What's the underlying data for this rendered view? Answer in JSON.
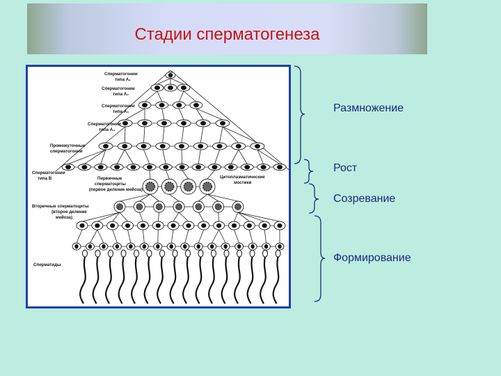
{
  "title": "Стадии сперматогенеза",
  "diagram": {
    "labels": {
      "a1_line1": "Сперматогонии",
      "a1_line2": "типа А₁",
      "a2_line1": "Сперматогонии",
      "a2_line2": "типа А₂",
      "a3_line1": "Сперматогонии",
      "a3_line2": "типа А₃",
      "a4_line1": "Сперматогонии",
      "a4_line2": "типа А₄",
      "inter_line1": "Промежуточные",
      "inter_line2": "сперматогонии",
      "b_line1": "Сперматогонии",
      "b_line2": "типа В",
      "primary_line1": "Первичные",
      "primary_line2": "сперматоциты",
      "primary_line3": "(первое деление мейоза)",
      "bridges_line1": "Цитоплазматические",
      "bridges_line2": "мостики",
      "secondary_line1": "Вторичные сперматоциты",
      "secondary_line2": "(второе деление",
      "secondary_line3": "мейоза)",
      "spermatids": "Сперматиды"
    }
  },
  "stages": [
    {
      "label": "Размножение"
    },
    {
      "label": "Рост"
    },
    {
      "label": "Созревание"
    },
    {
      "label": "Формирование"
    }
  ],
  "colors": {
    "background": "#bdece0",
    "title": "#cc1111",
    "label": "#1a2a7a",
    "frame": "#1f3fa8"
  }
}
